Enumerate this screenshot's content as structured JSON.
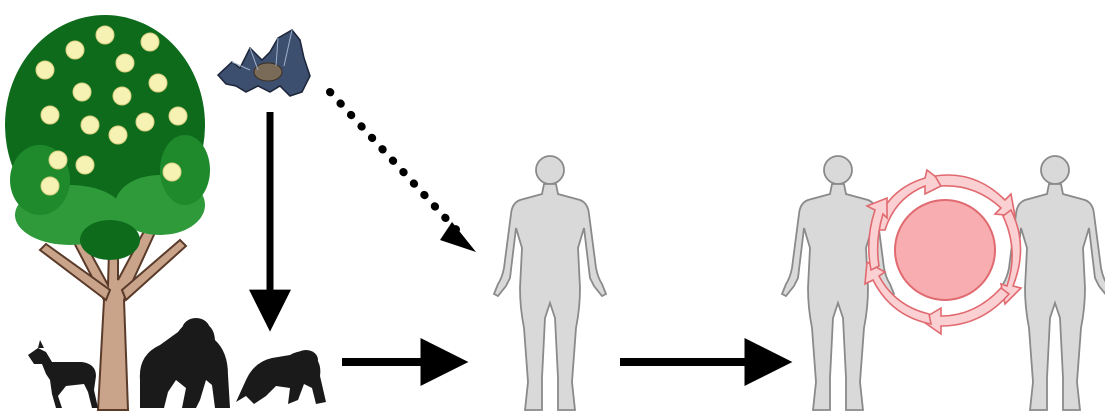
{
  "diagram": {
    "elements": [
      {
        "id": "fruit-tree",
        "icon": "fruit-tree-icon"
      },
      {
        "id": "bat",
        "icon": "bat-icon"
      },
      {
        "id": "duiker",
        "icon": "duiker-antelope-icon"
      },
      {
        "id": "gorilla",
        "icon": "gorilla-icon"
      },
      {
        "id": "chimpanzee",
        "icon": "chimpanzee-icon"
      },
      {
        "id": "human-index",
        "icon": "human-figure-icon"
      },
      {
        "id": "human-left",
        "icon": "human-figure-icon"
      },
      {
        "id": "human-right",
        "icon": "human-figure-icon"
      },
      {
        "id": "transmission-cycle",
        "icon": "circular-arrows-icon"
      }
    ],
    "connections": [
      {
        "from": "bat",
        "to": "chimpanzee",
        "style": "solid"
      },
      {
        "from": "bat",
        "to": "human-index",
        "style": "dotted"
      },
      {
        "from": "chimpanzee",
        "to": "human-index",
        "style": "solid"
      },
      {
        "from": "human-index",
        "to": "human-left",
        "style": "solid"
      }
    ],
    "colors": {
      "foliage": "#0e6b1c",
      "foliage_light": "#2f9a3a",
      "fruit": "#f6f2b4",
      "trunk": "#c9a48a",
      "trunk_outline": "#5a3b2a",
      "animal_silhouette": "#1a1a1a",
      "bat": "#3d4f6e",
      "human_fill": "#d9d9d9",
      "human_outline": "#8a8a8a",
      "arrow": "#000000",
      "cycle_fill": "#f8aeb0",
      "cycle_stroke": "#e06a70"
    }
  }
}
